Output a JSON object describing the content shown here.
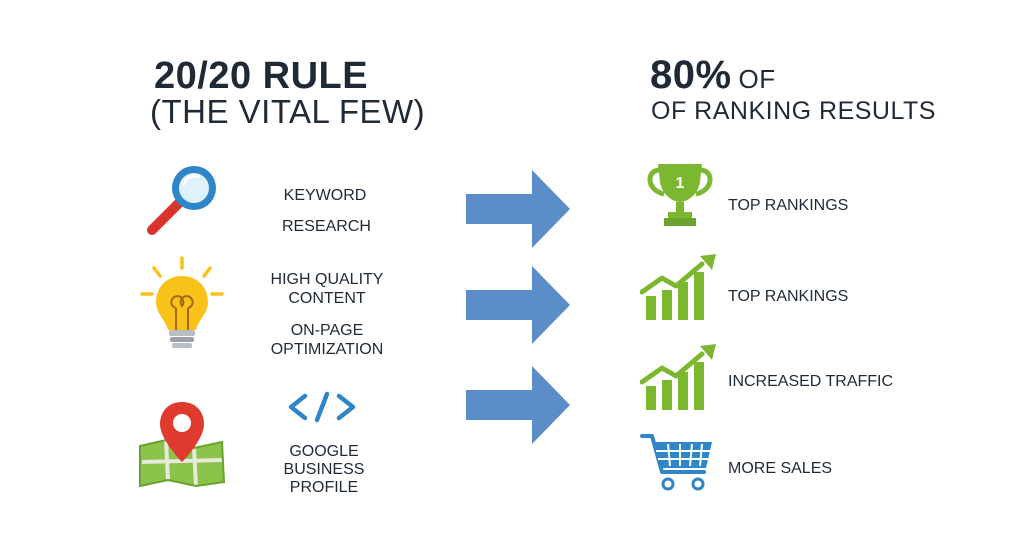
{
  "left_title": {
    "line1": "20/20 RULE",
    "line2": "(THE VITAL FEW)"
  },
  "right_title": {
    "big": "80%",
    "small": "OF",
    "line2": "OF RANKING RESULTS"
  },
  "left_items": {
    "keyword": {
      "line1": "KEYWORD",
      "line2": "RESEARCH"
    },
    "content": {
      "line1": "HIGH QUALITY",
      "line2": "CONTENT"
    },
    "onpage": {
      "line1": "ON-PAGE",
      "line2": "OPTIMIZATION"
    },
    "gbp": {
      "line1": "GOOGLE",
      "line2": "BUSINESS",
      "line3": "PROFILE"
    }
  },
  "results": {
    "r1": "TOP RANKINGS",
    "r2": "TOP RANKINGS",
    "r3": "INCREASED TRAFFIC",
    "r4": "MORE SALES"
  },
  "trophy_number": "1",
  "icons": {
    "left": [
      "magnifier-icon",
      "lightbulb-icon",
      "map-pin-icon",
      "code-icon"
    ],
    "arrows": [
      "right-arrow-icon",
      "right-arrow-icon",
      "right-arrow-icon"
    ],
    "right": [
      "trophy-icon",
      "growth-chart-icon",
      "growth-chart-icon",
      "shopping-cart-icon"
    ]
  },
  "colors": {
    "arrow": "#5b8ec9",
    "green": "#7cb82f",
    "blue": "#2e86c8",
    "magnifier_handle": "#d9342b",
    "bulb": "#f9c21b",
    "pin": "#e03a2f",
    "text": "#1f2a36"
  }
}
